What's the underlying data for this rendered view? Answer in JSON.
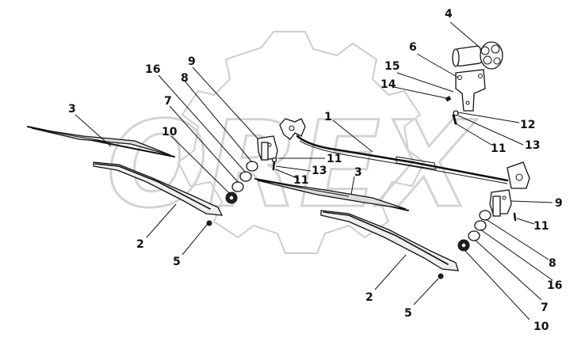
{
  "diagram": {
    "watermark": "OREX",
    "corner_mark": "",
    "callouts": [
      "1",
      "2",
      "2",
      "3",
      "3",
      "4",
      "5",
      "5",
      "6",
      "7",
      "7",
      "8",
      "8",
      "9",
      "9",
      "10",
      "10",
      "11",
      "11",
      "11",
      "11",
      "12",
      "13",
      "13",
      "14",
      "15",
      "16",
      "16"
    ]
  }
}
